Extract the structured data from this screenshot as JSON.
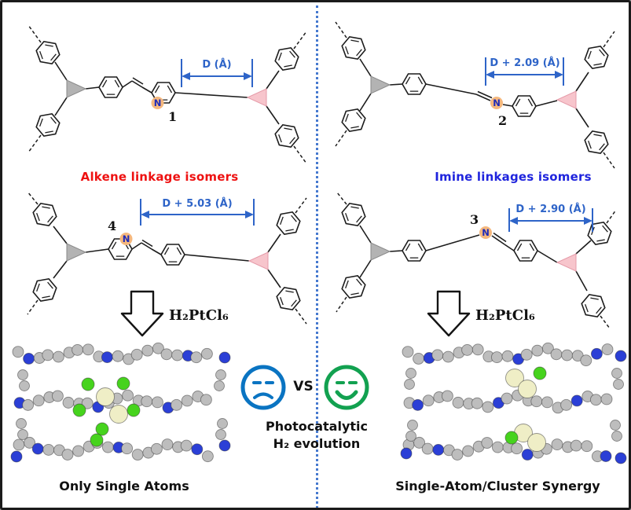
{
  "figure": {
    "left_column": {
      "structure_1": {
        "number": "1",
        "atom_label": "N",
        "distance_label": "D (Å)"
      },
      "caption": "Alkene linkage isomers",
      "structure_4": {
        "number": "4",
        "atom_label": "N",
        "distance_label": "D + 5.03 (Å)"
      },
      "reagent": "H₂PtCl₆",
      "result_caption": "Only Single Atoms"
    },
    "right_column": {
      "structure_2": {
        "number": "2",
        "atom_label": "N",
        "distance_label": "D + 2.09 (Å)"
      },
      "caption": "Imine linkages isomers",
      "structure_3": {
        "number": "3",
        "atom_label": "N",
        "distance_label": "D + 2.90 (Å)"
      },
      "reagent": "H₂PtCl₆",
      "result_caption": "Single-Atom/Cluster Synergy"
    },
    "comparison": {
      "vs_label": "VS",
      "text_line1": "Photocatalytic",
      "text_line2": "H₂ evolution"
    },
    "colors": {
      "alkene_caption": "#ee1111",
      "imine_caption": "#1f24dd",
      "measure_arrow": "#2e64c8",
      "divider_blue": "#4679cf",
      "n_highlight": "#f5b87e",
      "n_letter": "#1f2bb8",
      "node_gray": "#b3b3b3",
      "node_pink": "#f7c5cc",
      "sad_face": "#0a74c2",
      "happy_face": "#12a150",
      "sphere_gray": "#bdbdbd",
      "sphere_blue": "#2b3fd6",
      "sphere_green": "#46d31d",
      "sphere_platinum": "#efeec6"
    }
  }
}
